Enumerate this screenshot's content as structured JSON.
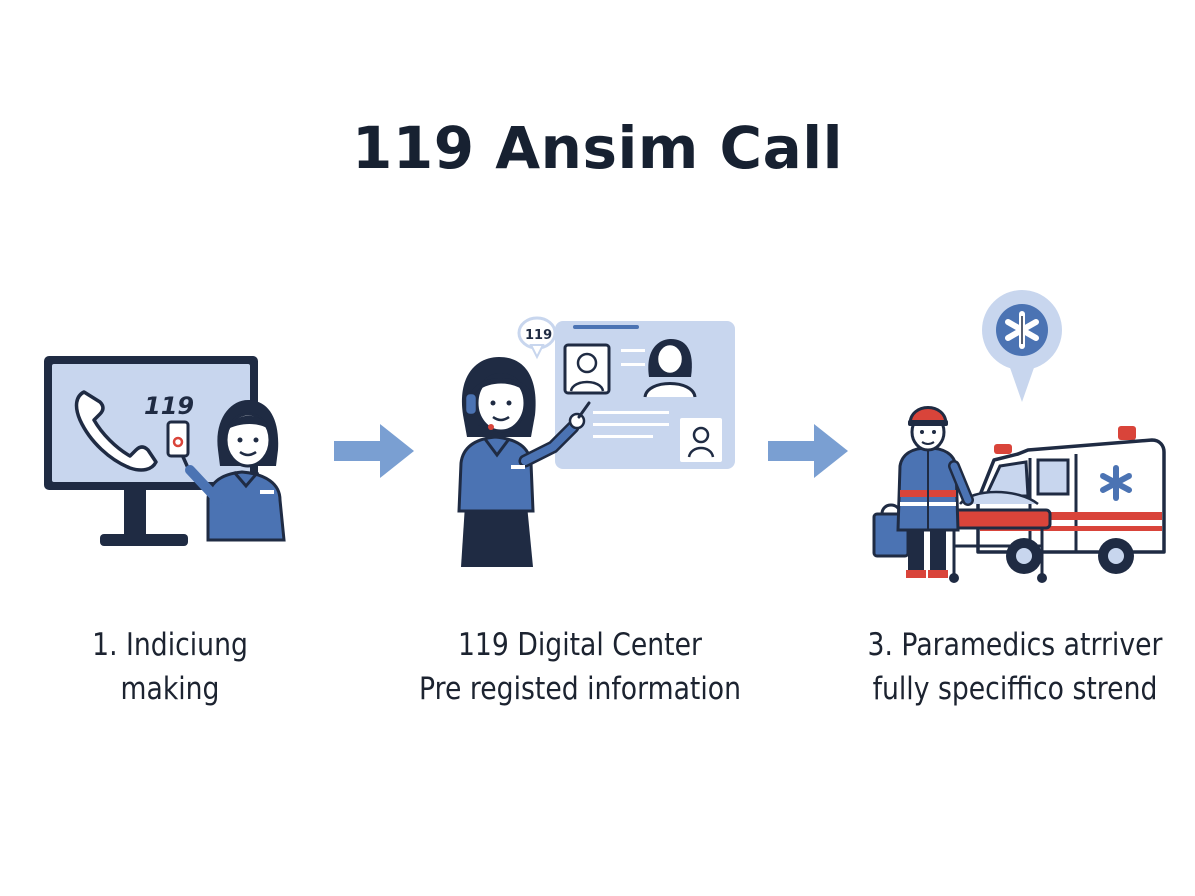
{
  "title": "119 Ansim Call",
  "steps": [
    {
      "id": "step-1",
      "screen_text": "119",
      "caption_line1": "1. Indiciung",
      "caption_line2": "making",
      "icons": [
        "monitor-icon",
        "phone-handset-icon",
        "woman-pressing-button-icon"
      ]
    },
    {
      "id": "step-2",
      "bubble_text": "119",
      "caption_line1": "119 Digital Center",
      "caption_line2": "Pre registed information",
      "icons": [
        "dispatcher-headset-icon",
        "profile-card-icon"
      ]
    },
    {
      "id": "step-3",
      "caption_line1": "3. Paramedics atrriver",
      "caption_line2": "fully speciffico strend",
      "icons": [
        "location-pin-star-of-life-icon",
        "paramedic-icon",
        "ambulance-icon",
        "stretcher-icon"
      ]
    }
  ],
  "colors": {
    "navy": "#1f2b43",
    "blue": "#4b73b3",
    "light_blue": "#c8d6ee",
    "arrow_blue": "#7a9fd2",
    "red": "#d9443a"
  }
}
